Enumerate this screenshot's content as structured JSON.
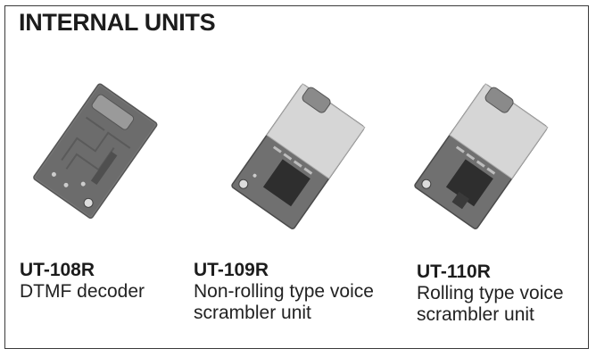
{
  "section": {
    "title": "INTERNAL UNITS"
  },
  "units": [
    {
      "model": "UT-108R",
      "description_lines": [
        "DTMF decoder"
      ],
      "image": "pcb-module-photo-bare-board"
    },
    {
      "model": "UT-109R",
      "description_lines": [
        "Non-rolling type voice",
        "scrambler unit"
      ],
      "image": "pcb-module-photo-with-shield"
    },
    {
      "model": "UT-110R",
      "description_lines": [
        "Rolling type voice",
        "scrambler unit"
      ],
      "image": "pcb-module-photo-with-shield"
    }
  ],
  "colors": {
    "border": "#3a3a3a",
    "text": "#1c1c1c",
    "board": "#6e6e6e",
    "shield": "#d4d4d4"
  }
}
